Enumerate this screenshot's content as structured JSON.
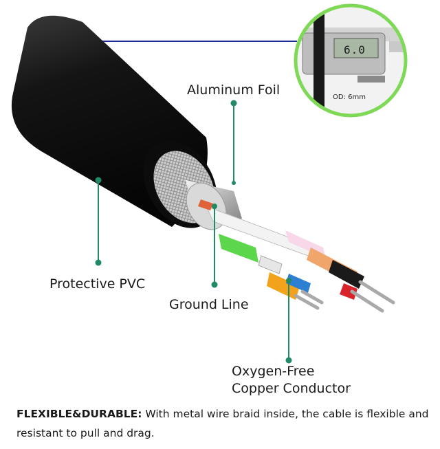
{
  "labels": {
    "aluminum_foil": "Aluminum Foil",
    "protective_pvc": "Protective PVC",
    "ground_line": "Ground Line",
    "copper_line1": "Oxygen-Free",
    "copper_line2": "Copper Conductor"
  },
  "inset": {
    "od_text": "OD: 6mm",
    "caliper_reading": "6.0"
  },
  "caption": {
    "lead": "FLEXIBLE&DURABLE:",
    "body": " With metal wire braid inside, the cable is flexible and resistant to pull and drag."
  },
  "colors": {
    "callout": "#1f8a63",
    "inset_ring": "#7ed957",
    "pointer_line": "#1d2a9c",
    "jacket": "#111111"
  }
}
